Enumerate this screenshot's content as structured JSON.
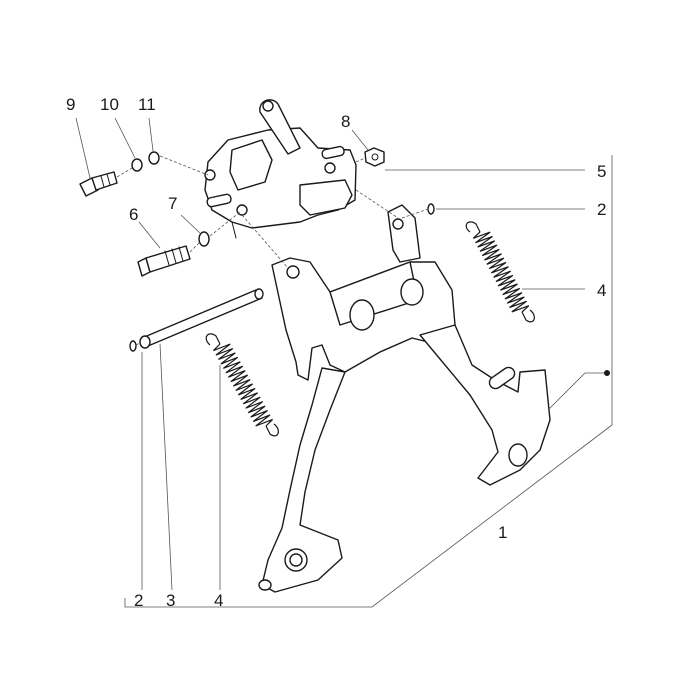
{
  "callouts": [
    {
      "id": "c9",
      "label": "9"
    },
    {
      "id": "c10",
      "label": "10"
    },
    {
      "id": "c11",
      "label": "11"
    },
    {
      "id": "c8",
      "label": "8"
    },
    {
      "id": "c5",
      "label": "5"
    },
    {
      "id": "c6",
      "label": "6"
    },
    {
      "id": "c7",
      "label": "7"
    },
    {
      "id": "c2a",
      "label": "2"
    },
    {
      "id": "c4a",
      "label": "4"
    },
    {
      "id": "c1",
      "label": "1"
    },
    {
      "id": "c2b",
      "label": "2"
    },
    {
      "id": "c3",
      "label": "3"
    },
    {
      "id": "c4b",
      "label": "4"
    }
  ],
  "colors": {
    "line": "#1a1a1a",
    "leader": "#555555",
    "background": "#ffffff"
  }
}
